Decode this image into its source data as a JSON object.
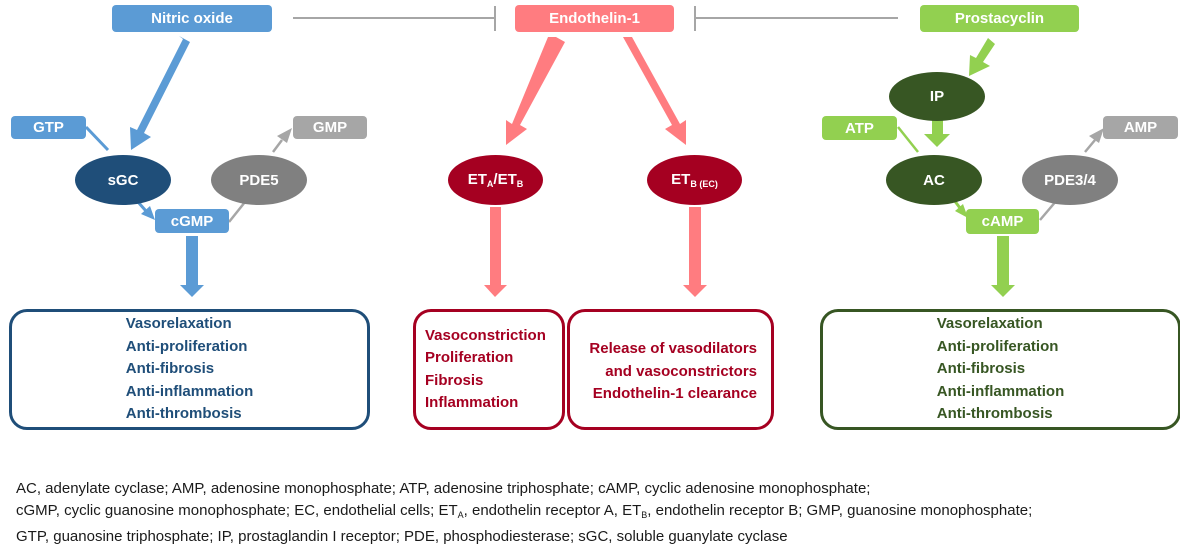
{
  "title": "Pulmonary arterial hypertension signaling pathways",
  "colors": {
    "no_pathway_light": "#5b9bd5",
    "no_pathway_dark": "#1f4e79",
    "et_pathway_light": "#ff7c80",
    "et_pathway_dark": "#a50021",
    "pgi_pathway_light": "#92d050",
    "pgi_pathway_dark": "#375623",
    "pde_gray": "#808080",
    "product_gray": "#a6a6a6",
    "inhibition_line": "#a6a6a6"
  },
  "nitric_oxide_pathway": {
    "source": "Nitric oxide",
    "substrate": "GTP",
    "enzyme": "sGC",
    "messenger": "cGMP",
    "degrading_enzyme": "PDE5",
    "product": "GMP",
    "effects": [
      "Vasorelaxation",
      "Anti-proliferation",
      "Anti-fibrosis",
      "Anti-inflammation",
      "Anti-thrombosis"
    ]
  },
  "endothelin_pathway": {
    "source": "Endothelin-1",
    "receptor_a": {
      "base1": "ET",
      "sub1": "A",
      "sep": "/",
      "base2": "ET",
      "sub2": "B"
    },
    "receptor_b": {
      "base": "ET",
      "sub": "B (EC)"
    },
    "effects_a": [
      "Vasoconstriction",
      "Proliferation",
      "Fibrosis",
      "Inflammation"
    ],
    "effects_b": [
      "Release of vasodilators",
      "and vasoconstrictors",
      "Endothelin-1 clearance"
    ]
  },
  "prostacyclin_pathway": {
    "source": "Prostacyclin",
    "receptor": "IP",
    "substrate": "ATP",
    "enzyme": "AC",
    "messenger": "cAMP",
    "degrading_enzyme": "PDE3/4",
    "product": "AMP",
    "effects": [
      "Vasorelaxation",
      "Anti-proliferation",
      "Anti-fibrosis",
      "Anti-inflammation",
      "Anti-thrombosis"
    ]
  },
  "legend": {
    "line1": "AC, adenylate cyclase; AMP, adenosine monophosphate; ATP, adenosine triphosphate; cAMP, cyclic adenosine monophosphate;",
    "line2_a": "cGMP, cyclic guanosine monophosphate; EC, endothelial cells; ET",
    "line2_sub_a": "A",
    "line2_b": ", endothelin receptor A, ET",
    "line2_sub_b": "B",
    "line2_c": ", endothelin receptor B; GMP, guanosine monophosphate;",
    "line3": "GTP, guanosine triphosphate; IP, prostaglandin I receptor; PDE, phosphodiesterase; sGC, soluble guanylate cyclase"
  }
}
